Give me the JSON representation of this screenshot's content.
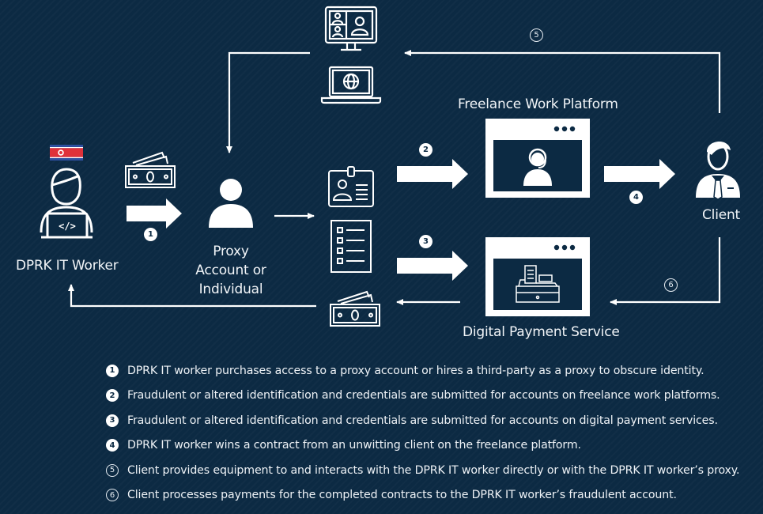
{
  "colors": {
    "background": "#0c2a43",
    "foreground": "#ffffff",
    "flag_red": "#e0313a",
    "flag_blue": "#2d4f9e"
  },
  "nodes": {
    "worker": {
      "label": "DPRK IT Worker",
      "icon": "developer-laptop-icon",
      "badge_icon": "north-korea-flag-icon"
    },
    "proxy": {
      "label_lines": [
        "Proxy",
        "Account or",
        "Individual"
      ],
      "icon": "person-icon"
    },
    "freelance": {
      "label": "Freelance Work Platform",
      "icon": "support-agent-window-icon"
    },
    "payment": {
      "label": "Digital Payment Service",
      "icon": "cash-register-window-icon"
    },
    "client": {
      "label": "Client",
      "icon": "businessman-icon"
    },
    "equipment": {
      "icons": [
        "video-conference-monitor-icon",
        "laptop-globe-icon"
      ]
    },
    "credentials": {
      "icons": [
        "id-badge-icon",
        "checklist-document-icon"
      ]
    },
    "money": {
      "icons": [
        "cash-bills-icon",
        "cash-bills-icon"
      ]
    }
  },
  "steps": [
    {
      "number": "1",
      "style": "solid",
      "text": "DPRK IT worker purchases access to a proxy account or hires a third-party as a proxy to obscure identity."
    },
    {
      "number": "2",
      "style": "solid",
      "text": "Fraudulent or altered identification and credentials are submitted for accounts on freelance work platforms."
    },
    {
      "number": "3",
      "style": "solid",
      "text": "Fraudulent or altered identification and credentials are submitted for accounts on digital payment services."
    },
    {
      "number": "4",
      "style": "solid",
      "text": "DPRK IT worker wins a contract from an unwitting client on the freelance platform."
    },
    {
      "number": "5",
      "style": "outline",
      "text": "Client provides equipment to and interacts with the DPRK IT worker directly or with the DPRK IT worker’s proxy."
    },
    {
      "number": "6",
      "style": "outline",
      "text": "Client processes payments for the completed contracts to the DPRK IT worker’s fraudulent account."
    }
  ]
}
